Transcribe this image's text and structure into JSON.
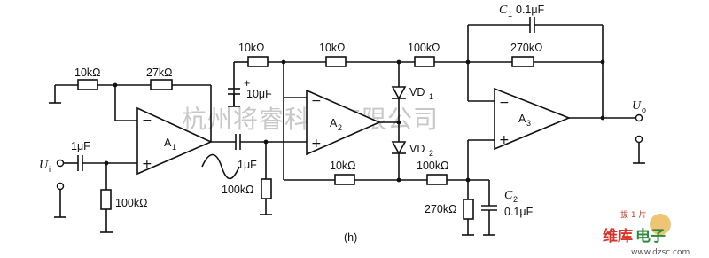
{
  "watermark": "杭州将睿科技有限公司",
  "figure_label": "(h)",
  "labels": {
    "r_in_1": "10kΩ",
    "r_fb_1": "27kΩ",
    "c_in": "1μF",
    "input": "U",
    "input_sub": "i",
    "r_in_gnd": "100kΩ",
    "amp1": "A",
    "amp1_sub": "1",
    "c_couple": "1μF",
    "r_couple_gnd": "100kΩ",
    "r_top_left": "10kΩ",
    "c_electrolytic": "10μF",
    "electrolytic_plus": "+",
    "r_top_mid": "10kΩ",
    "amp2": "A",
    "amp2_sub": "2",
    "r_top_right": "100kΩ",
    "diode1": "VD",
    "diode1_sub": "1",
    "diode2": "VD",
    "diode2_sub": "2",
    "r_bot_mid": "10kΩ",
    "r_bot_right": "100kΩ",
    "c1_name": "C",
    "c1_sub": "1",
    "c1_value": "0.1μF",
    "r_fb_3": "270kΩ",
    "amp3": "A",
    "amp3_sub": "3",
    "output": "U",
    "output_sub": "o",
    "r_gnd_3": "270kΩ",
    "c2_name": "C",
    "c2_sub": "2",
    "c2_value": "0.1μF",
    "minus": "−",
    "plus": "+"
  },
  "logo": {
    "top": "拔 1 片",
    "main": "维库",
    "main2": "电子",
    "url": "www.dzsc.com"
  }
}
